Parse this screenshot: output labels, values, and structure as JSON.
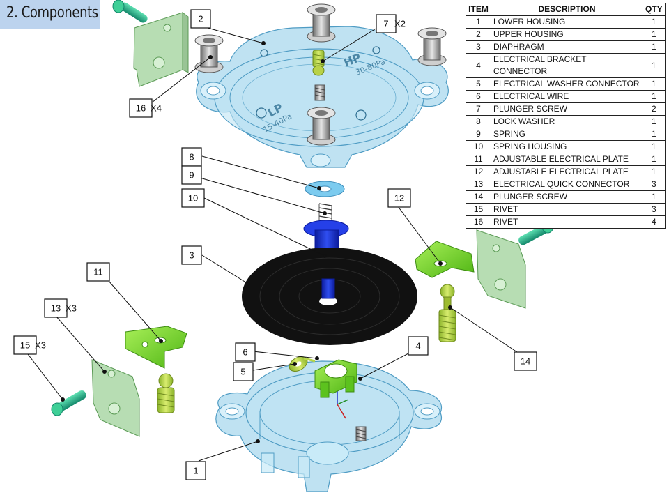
{
  "title": "2. Components",
  "bom": {
    "headers": [
      "ITEM",
      "DESCRIPTION",
      "QTY"
    ],
    "rows": [
      {
        "item": "1",
        "desc": "LOWER HOUSING",
        "qty": "1"
      },
      {
        "item": "2",
        "desc": "UPPER HOUSING",
        "qty": "1"
      },
      {
        "item": "3",
        "desc": "DIAPHRAGM",
        "qty": "1"
      },
      {
        "item": "4",
        "desc": "ELECTRICAL BRACKET CONNECTOR",
        "qty": "1"
      },
      {
        "item": "5",
        "desc": "ELECTRICAL WASHER CONNECTOR",
        "qty": "1"
      },
      {
        "item": "6",
        "desc": "ELECTRICAL WIRE",
        "qty": "1"
      },
      {
        "item": "7",
        "desc": "PLUNGER SCREW",
        "qty": "2"
      },
      {
        "item": "8",
        "desc": "LOCK WASHER",
        "qty": "1"
      },
      {
        "item": "9",
        "desc": "SPRING",
        "qty": "1"
      },
      {
        "item": "10",
        "desc": "SPRING HOUSING",
        "qty": "1"
      },
      {
        "item": "11",
        "desc": "ADJUSTABLE ELECTRICAL PLATE",
        "qty": "1"
      },
      {
        "item": "12",
        "desc": "ADJUSTABLE ELECTRICAL PLATE",
        "qty": "1"
      },
      {
        "item": "13",
        "desc": "ELECTRICAL QUICK CONNECTOR",
        "qty": "3"
      },
      {
        "item": "14",
        "desc": "PLUNGER SCREW",
        "qty": "1"
      },
      {
        "item": "15",
        "desc": "RIVET",
        "qty": "3"
      },
      {
        "item": "16",
        "desc": "RIVET",
        "qty": "4"
      }
    ]
  },
  "callouts": [
    {
      "label": "1",
      "mult": ""
    },
    {
      "label": "2",
      "mult": ""
    },
    {
      "label": "3",
      "mult": ""
    },
    {
      "label": "4",
      "mult": ""
    },
    {
      "label": "5",
      "mult": ""
    },
    {
      "label": "6",
      "mult": ""
    },
    {
      "label": "7",
      "mult": "X2"
    },
    {
      "label": "8",
      "mult": ""
    },
    {
      "label": "9",
      "mult": ""
    },
    {
      "label": "10",
      "mult": ""
    },
    {
      "label": "11",
      "mult": ""
    },
    {
      "label": "12",
      "mult": ""
    },
    {
      "label": "13",
      "mult": "X3"
    },
    {
      "label": "14",
      "mult": ""
    },
    {
      "label": "15",
      "mult": "X3"
    },
    {
      "label": "16",
      "mult": "X4"
    }
  ],
  "part_markings": {
    "lp_label": "LP",
    "lp_range": "15-40Pa",
    "hp_label": "HP",
    "hp_range": "30-80Pa"
  },
  "colors": {
    "title_bg": "#bcd3ee",
    "housing": "#a9d8ee",
    "diaphragm": "#111111",
    "green_parts": "#79d728",
    "olive_parts": "#b5d04a",
    "rivet": "#2bb78a",
    "spring_housing": "#1a2fd0",
    "plate_transparent": "#9fd19a"
  }
}
